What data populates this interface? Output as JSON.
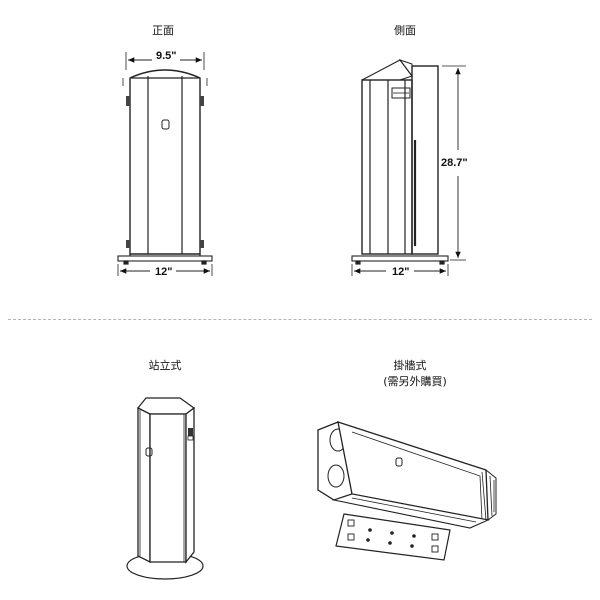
{
  "labels": {
    "front": "正面",
    "side": "側面",
    "stand": "站立式",
    "wall": "掛牆式",
    "wall_note": "(需另外購買)"
  },
  "dimensions": {
    "front_top": "9.5\"",
    "front_bottom": "12\"",
    "side_height": "28.7\"",
    "side_bottom": "12\""
  }
}
